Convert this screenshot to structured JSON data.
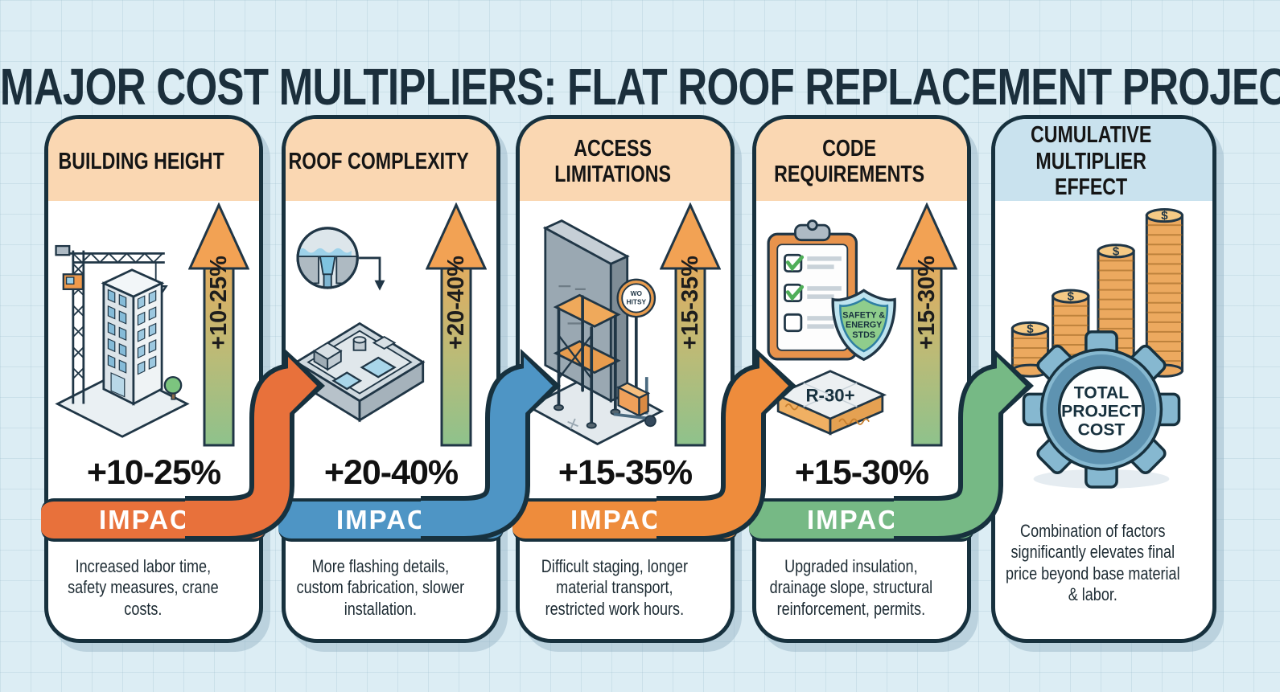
{
  "title": "MAJOR COST MULTIPLIERS: FLAT ROOF REPLACEMENT PROJECTS",
  "cards": [
    {
      "title": "BUILDING HEIGHT",
      "percent": "+10-25%",
      "impact_label": "IMPACT",
      "description": "Increased labor time, safety measures, crane costs.",
      "accent": "#E8713B",
      "header_bg": "#FAD7B2"
    },
    {
      "title": "ROOF COMPLEXITY",
      "percent": "+20-40%",
      "impact_label": "IMPACT",
      "description": "More flashing details, custom fabrication, slower installation.",
      "accent": "#4E95C5",
      "header_bg": "#FAD7B2"
    },
    {
      "title": "ACCESS LIMITATIONS",
      "percent": "+15-35%",
      "impact_label": "IMPACT",
      "description": "Difficult staging, longer material transport, restricted work hours.",
      "accent": "#EE8C3C",
      "header_bg": "#FAD7B2"
    },
    {
      "title": "CODE REQUIREMENTS",
      "percent": "+15-30%",
      "impact_label": "IMPACT",
      "description": "Upgraded insulation, drainage slope, structural reinforcement, permits.",
      "accent": "#76B985",
      "header_bg": "#FAD7B2"
    },
    {
      "title": "CUMULATIVE MULTIPLIER EFFECT",
      "description": "Combination of factors significantly elevates final price beyond base material & labor.",
      "header_bg": "#C9E2EE"
    }
  ],
  "illustration_text": {
    "no_entry_sign": {
      "line1": "WO",
      "line2": "HITSY"
    },
    "shield": {
      "line1": "SAFETY &",
      "line2": "ENERGY",
      "line3": "STDS"
    },
    "insulation_label": "R-30+",
    "gear": {
      "line1": "TOTAL",
      "line2": "PROJECT",
      "line3": "COST"
    },
    "coin_symbol": "$"
  },
  "icons": [
    "crane-building",
    "flat-roof-plan",
    "drain-detail-magnifier",
    "scaffold-wall",
    "no-entry-sign",
    "hand-truck",
    "clipboard-checklist",
    "safety-shield",
    "insulation-panel",
    "coin-stacks",
    "gear-total-cost",
    "up-arrow",
    "flow-arrow"
  ],
  "colors": {
    "background": "#DCEDF4",
    "card_border": "#17313E",
    "header_peach": "#FAD7B2",
    "header_blue": "#C9E2EE",
    "arrow_orange_1": "#E8713B",
    "arrow_blue": "#4E95C5",
    "arrow_orange_2": "#EE8C3C",
    "arrow_green": "#76B985",
    "pct_arrow_head": "#F2A254",
    "coin": "#ECA95F",
    "gear": "#86B8D0",
    "title_text": "#1B2F3C"
  }
}
